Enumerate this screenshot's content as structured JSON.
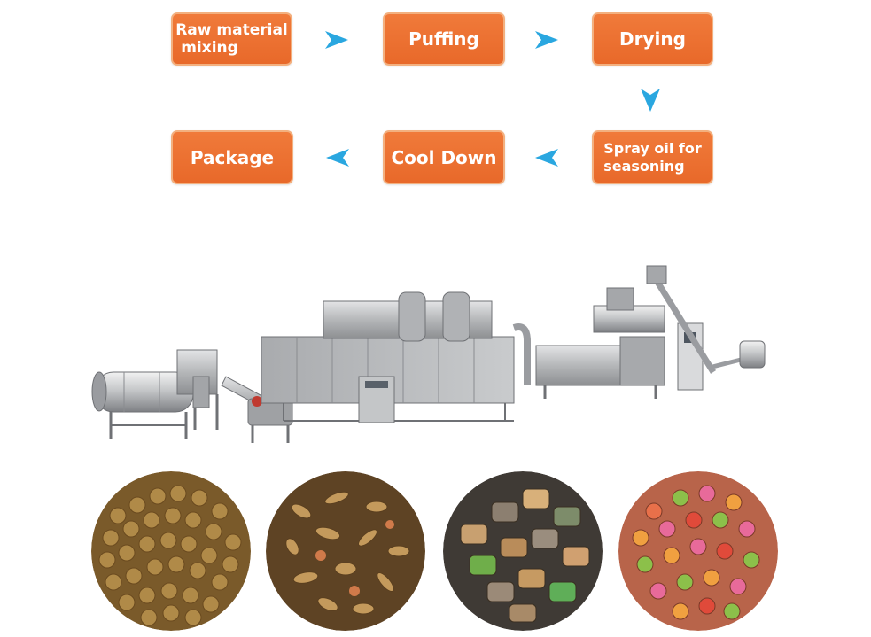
{
  "process_steps": [
    {
      "id": "raw",
      "label_line1": "Raw material",
      "label_line2": "mixing"
    },
    {
      "id": "puffing",
      "label": "Puffing"
    },
    {
      "id": "drying",
      "label": "Drying"
    },
    {
      "id": "spray",
      "label_line1": "Spray oil for",
      "label_line2": "seasoning"
    },
    {
      "id": "cool",
      "label": "Cool Down"
    },
    {
      "id": "package",
      "label": "Package"
    }
  ],
  "colors": {
    "step_fill": "#ec6e2f",
    "step_border": "#f3b07f",
    "arrow": "#2aa7e0",
    "machine": "#b9bbbd"
  },
  "illustration": {
    "machine": "pet-food-extrusion-production-line",
    "samples": [
      "brown-round-kibble",
      "mixed-brown-kibble",
      "filled-pillow-kibble",
      "multicolor-kibble"
    ]
  }
}
